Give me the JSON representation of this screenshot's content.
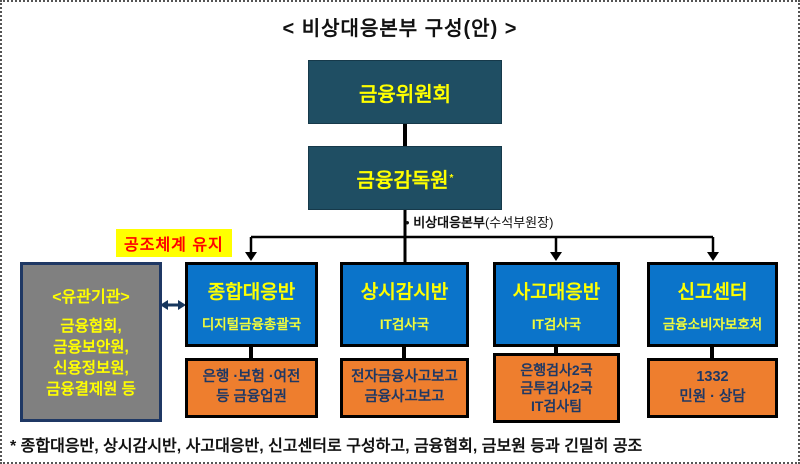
{
  "title": "<  비상대응본부  구성(안)  >",
  "colors": {
    "navy_box": "#1F4E63",
    "team_blue": "#0B74CA",
    "sub_orange": "#EE7E2E",
    "box_text_yellow": "#FFFF00",
    "orange_text_navy": "#1F3864",
    "coord_label_bg": "#FFFF00",
    "coord_label_text": "#FF0000",
    "related_box_gray": "#808080"
  },
  "org": {
    "commission_box": {
      "label": "금융위원회"
    },
    "supervisory_box": {
      "label": "금융감독원",
      "superscript": "*"
    },
    "annotation": {
      "bullet": "•",
      "title": "비상대응본부",
      "detail": "(수석부원장)"
    },
    "coordination_label": "공조체계 유지",
    "related": {
      "title": "<유관기관>",
      "lines": [
        "금융협회,",
        "금융보안원,",
        "신용정보원,",
        "금융결제원 등"
      ]
    },
    "teams": [
      {
        "name": "종합대응반",
        "dept": "디지털금융총괄국",
        "sub_lines": [
          "은행 ·보험 ·여전",
          "등 금융업권"
        ]
      },
      {
        "name": "상시감시반",
        "dept": "IT검사국",
        "sub_lines": [
          "전자금융사고보고",
          "금융사고보고"
        ]
      },
      {
        "name": "사고대응반",
        "dept": "IT검사국",
        "sub_lines": [
          "은행검사2국",
          "금투검사2국",
          "IT검사팀"
        ]
      },
      {
        "name": "신고센터",
        "dept": "금융소비자보호처",
        "sub_lines": [
          "1332",
          "민원 · 상담"
        ]
      }
    ],
    "footnote": "* 종합대응반, 상시감시반, 사고대응반, 신고센터로 구성하고, 금융협회, 금보원 등과 긴밀히 공조"
  }
}
